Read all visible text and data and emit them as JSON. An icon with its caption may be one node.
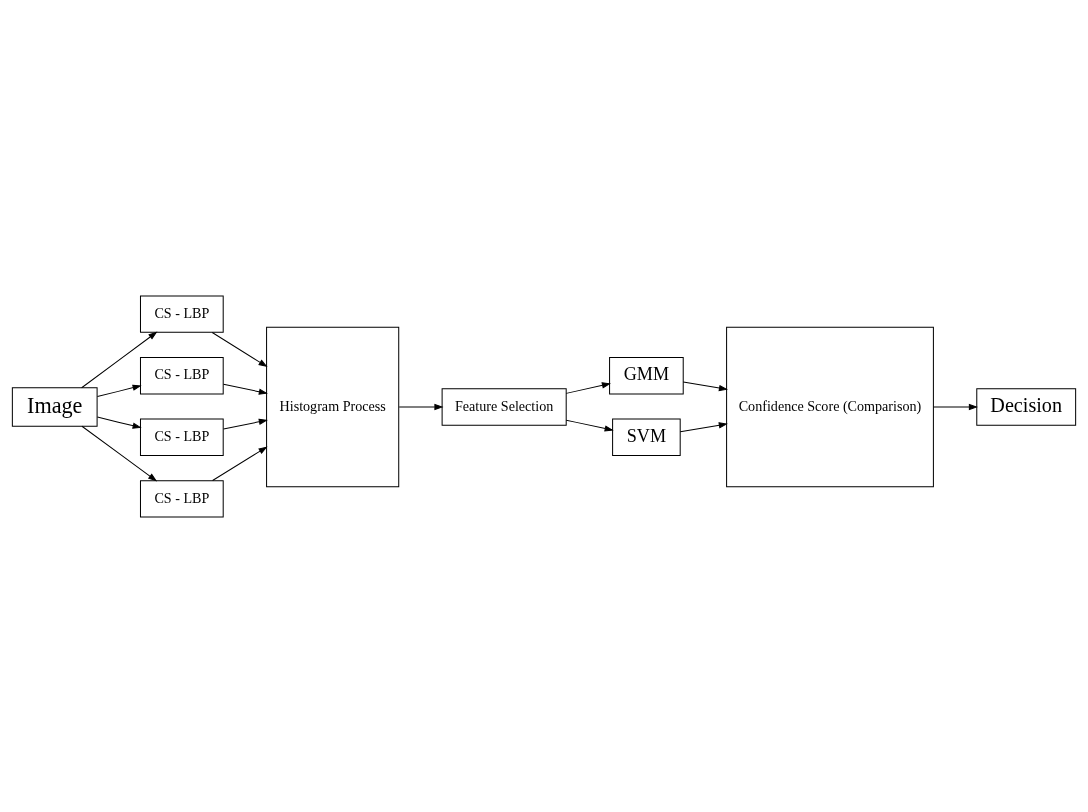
{
  "diagram": {
    "nodes": [
      {
        "text": [
          "Image"
        ]
      },
      {
        "text": [
          "CS - LBP"
        ]
      },
      {
        "text": [
          "CS - LBP"
        ]
      },
      {
        "text": [
          "CS - LBP"
        ]
      },
      {
        "text": [
          "CS - LBP"
        ]
      },
      {
        "text": [
          "Histogram Process"
        ]
      },
      {
        "text": [
          "Feature Selection"
        ]
      },
      {
        "text": [
          "GMM"
        ]
      },
      {
        "text": [
          "SVM"
        ]
      },
      {
        "text": [
          "Confidence Score (Comparison)"
        ]
      },
      {
        "text": [
          "Decision"
        ]
      }
    ],
    "edges": [
      {
        "from": 0,
        "to": 1,
        "arrow": "to"
      },
      {
        "from": 0,
        "to": 2,
        "arrow": "to"
      },
      {
        "from": 0,
        "to": 3,
        "arrow": "to"
      },
      {
        "from": 0,
        "to": 4,
        "arrow": "to"
      },
      {
        "from": 1,
        "to": 5,
        "arrow": "to"
      },
      {
        "from": 2,
        "to": 5,
        "arrow": "to"
      },
      {
        "from": 3,
        "to": 5,
        "arrow": "to"
      },
      {
        "from": 4,
        "to": 5,
        "arrow": "to"
      },
      {
        "from": 5,
        "to": 6,
        "arrow": "to"
      },
      {
        "from": 6,
        "to": 7,
        "arrow": "to"
      },
      {
        "from": 6,
        "to": 8,
        "arrow": "to"
      },
      {
        "from": 7,
        "to": 9,
        "arrow": "to"
      },
      {
        "from": 8,
        "to": 9,
        "arrow": "to"
      },
      {
        "from": 9,
        "to": 10,
        "arrow": "to"
      }
    ]
  }
}
